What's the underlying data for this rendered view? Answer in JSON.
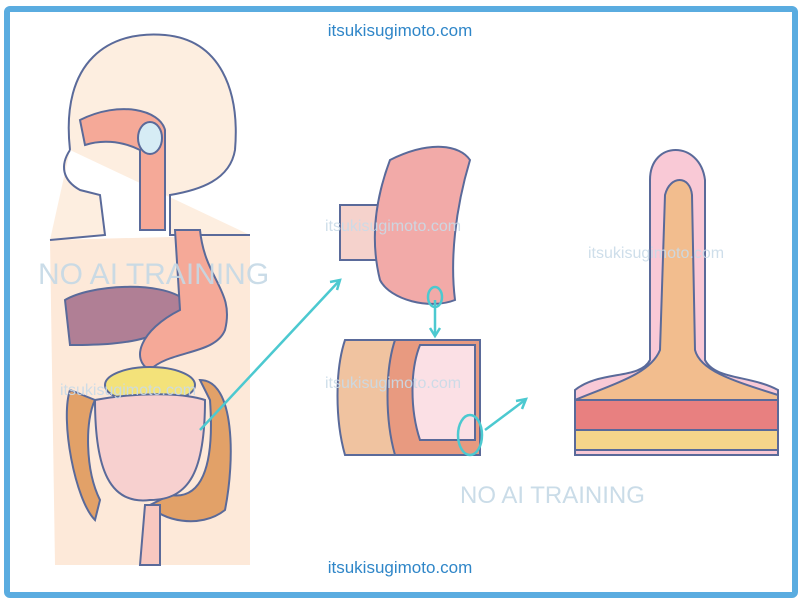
{
  "header": {
    "site": "itsukisugimoto.com"
  },
  "footer": {
    "site": "itsukisugimoto.com"
  },
  "watermarks": {
    "no_ai_1": "NO AI TRAINING",
    "no_ai_2": "NO AI TRAINING",
    "site_1": "itsukisugimoto.com",
    "site_2": "itsukisugimoto.com",
    "site_3": "itsukisugimoto.com",
    "site_4": "itsukisugimoto.com"
  },
  "colors": {
    "border": "#5aace0",
    "text": "#2f86c8",
    "arrow": "#4cc9d0"
  }
}
